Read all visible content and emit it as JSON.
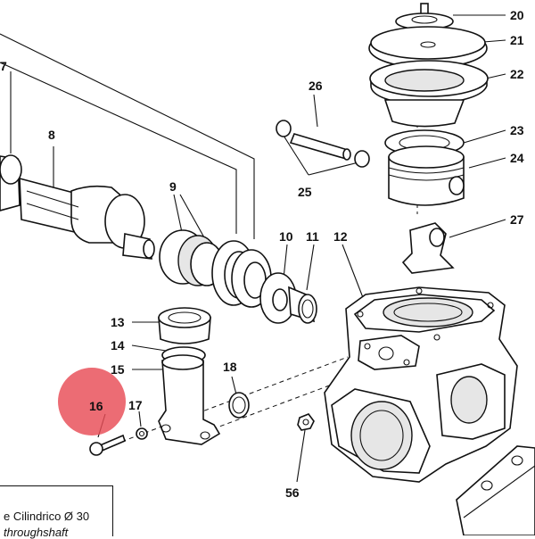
{
  "callouts": [
    {
      "id": "c7",
      "label": "7"
    },
    {
      "id": "c8",
      "label": "8"
    },
    {
      "id": "c9",
      "label": "9"
    },
    {
      "id": "c10",
      "label": "10"
    },
    {
      "id": "c11",
      "label": "11"
    },
    {
      "id": "c12",
      "label": "12"
    },
    {
      "id": "c13",
      "label": "13"
    },
    {
      "id": "c14",
      "label": "14"
    },
    {
      "id": "c15",
      "label": "15"
    },
    {
      "id": "c16",
      "label": "16"
    },
    {
      "id": "c17",
      "label": "17"
    },
    {
      "id": "c18",
      "label": "18"
    },
    {
      "id": "c20",
      "label": "20"
    },
    {
      "id": "c21",
      "label": "21"
    },
    {
      "id": "c22",
      "label": "22"
    },
    {
      "id": "c23",
      "label": "23"
    },
    {
      "id": "c24",
      "label": "24"
    },
    {
      "id": "c25",
      "label": "25"
    },
    {
      "id": "c26",
      "label": "26"
    },
    {
      "id": "c27",
      "label": "27"
    },
    {
      "id": "c56",
      "label": "56"
    }
  ],
  "highlight": {
    "part": "16",
    "color": "#e84c55"
  },
  "legend": {
    "line1": "e Cilindrico Ø 30",
    "line2": "throughshaft"
  }
}
